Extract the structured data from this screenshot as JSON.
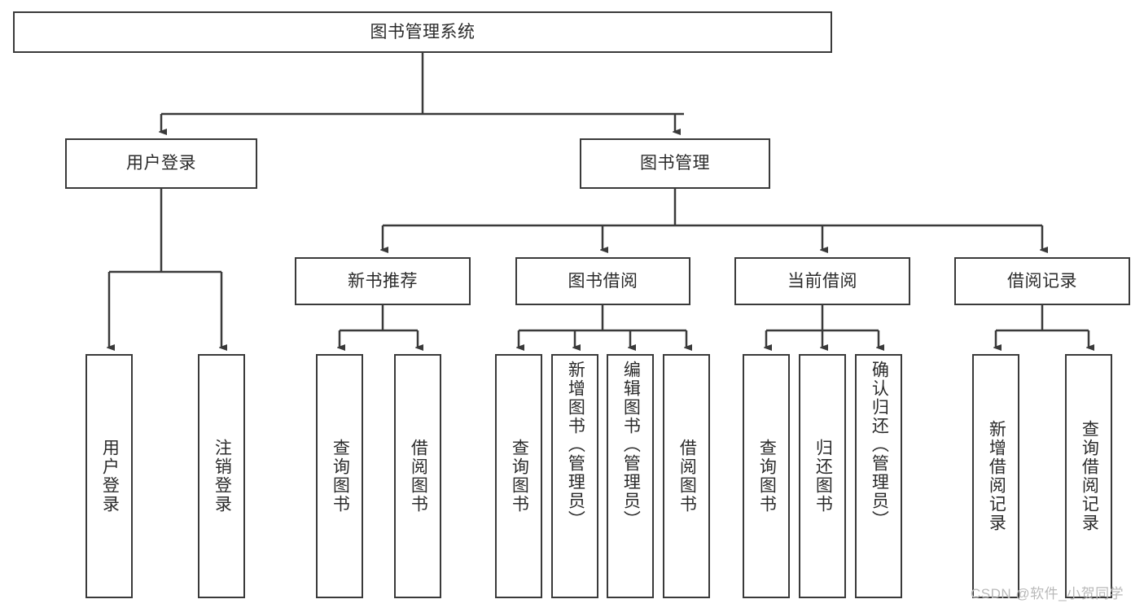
{
  "diagram": {
    "title_node": {
      "label": "图书管理系统"
    },
    "level2": [
      {
        "id": "user-login",
        "label": "用户登录"
      },
      {
        "id": "book-manage",
        "label": "图书管理"
      }
    ],
    "level3": [
      {
        "id": "new-book-recommend",
        "label": "新书推荐"
      },
      {
        "id": "book-borrow",
        "label": "图书借阅"
      },
      {
        "id": "current-borrow",
        "label": "当前借阅"
      },
      {
        "id": "borrow-record",
        "label": "借阅记录"
      }
    ],
    "leaves": {
      "user_login": [
        {
          "id": "leaf-user-login",
          "label": "用户登录"
        },
        {
          "id": "leaf-logout",
          "label": "注销登录"
        }
      ],
      "new_book_recommend": [
        {
          "id": "leaf-query-book-1",
          "label": "查询图书"
        },
        {
          "id": "leaf-borrow-book-1",
          "label": "借阅图书"
        }
      ],
      "book_borrow": [
        {
          "id": "leaf-query-book-2",
          "label": "查询图书"
        },
        {
          "id": "leaf-add-book",
          "label": "新增图书（管理员）"
        },
        {
          "id": "leaf-edit-book",
          "label": "编辑图书（管理员）"
        },
        {
          "id": "leaf-borrow-book-2",
          "label": "借阅图书"
        }
      ],
      "current_borrow": [
        {
          "id": "leaf-query-book-3",
          "label": "查询图书"
        },
        {
          "id": "leaf-return-book",
          "label": "归还图书"
        },
        {
          "id": "leaf-confirm-return",
          "label": "确认归还（管理员）"
        }
      ],
      "borrow_record": [
        {
          "id": "leaf-add-record",
          "label": "新增借阅记录"
        },
        {
          "id": "leaf-query-record",
          "label": "查询借阅记录"
        }
      ]
    },
    "watermark": "CSDN @软件_小贺同学",
    "colors": {
      "box_border": "#3a3a3a",
      "connector": "#3a3a3a",
      "text": "#2b2b2b",
      "background": "#ffffff",
      "watermark": "#b9b9b9"
    }
  }
}
